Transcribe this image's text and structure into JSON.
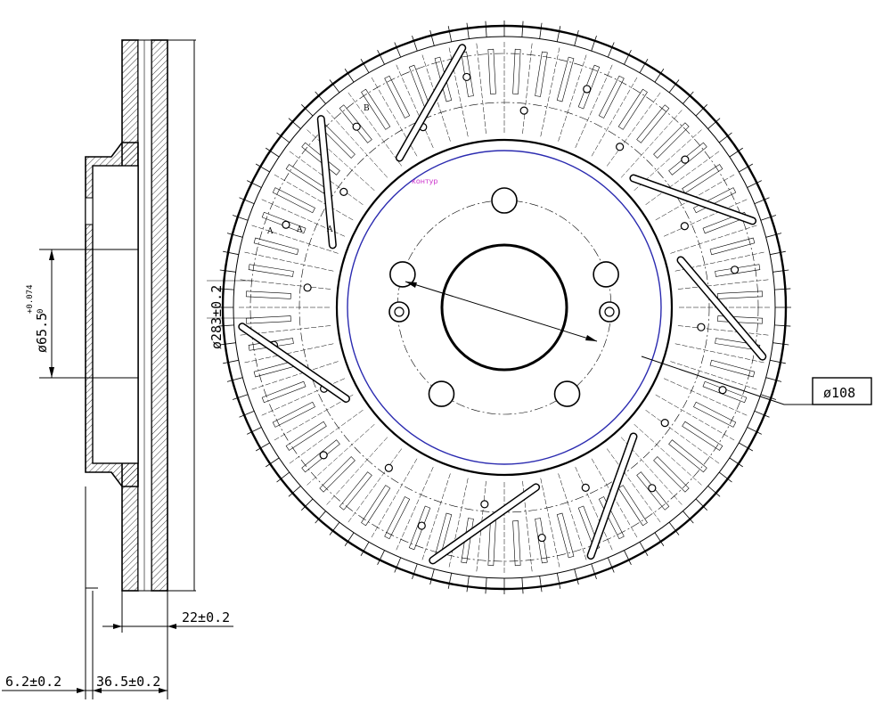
{
  "dimensions": {
    "bore": "ø65.5",
    "bore_tol_upper": "+0.074",
    "bore_tol_lower": "0",
    "outer_diameter": "ø283±0.2",
    "bolt_circle": "ø108",
    "thickness": "22±0.2",
    "hat_offset": "6.2±0.2",
    "overall_height": "36.5±0.2"
  },
  "annotations": {
    "contour_label": "контур",
    "section_a1": "A",
    "section_a2": "A",
    "section_a3": "A",
    "section_b": "B"
  },
  "colors": {
    "line": "#000000",
    "contour": "#2b2bb0",
    "contour_label": "#cc33cc"
  }
}
